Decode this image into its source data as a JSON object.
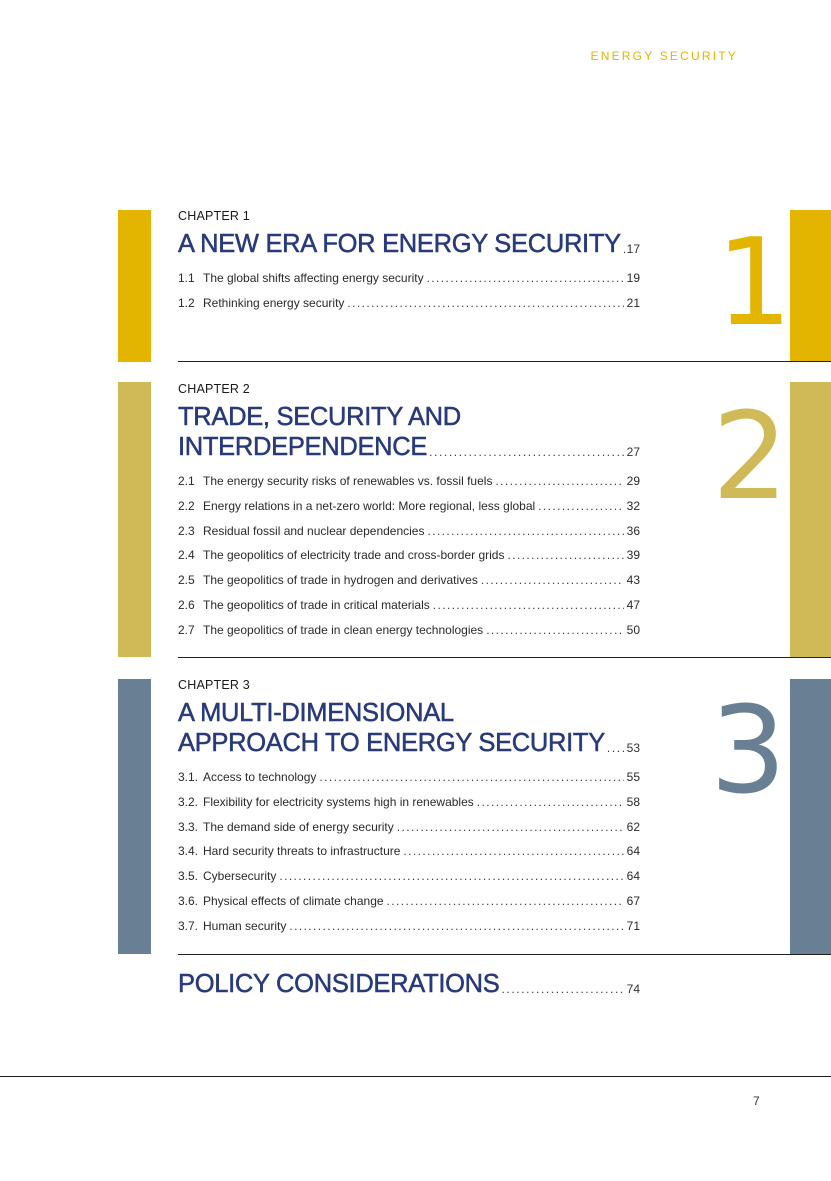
{
  "header": {
    "running_title": "ENERGY SECURITY"
  },
  "colors": {
    "ch1": "#e3b500",
    "ch2": "#cfba57",
    "ch3": "#687f94",
    "title": "#283a7a"
  },
  "chapters": [
    {
      "label": "CHAPTER 1",
      "title_lines": [
        "A NEW ERA FOR ENERGY SECURITY"
      ],
      "page": "17",
      "big_number": "1",
      "entries": [
        {
          "num": "1.1",
          "text": "The global shifts affecting energy security",
          "page": "19"
        },
        {
          "num": "1.2",
          "text": "Rethinking energy security",
          "page": "21"
        }
      ]
    },
    {
      "label": "CHAPTER 2",
      "title_lines": [
        "TRADE, SECURITY AND",
        "INTERDEPENDENCE"
      ],
      "page": "27",
      "big_number": "2",
      "entries": [
        {
          "num": "2.1",
          "text": "The energy security risks of renewables vs. fossil fuels",
          "page": "29"
        },
        {
          "num": "2.2",
          "text": "Energy relations in a net-zero world: More regional, less global",
          "page": "32"
        },
        {
          "num": "2.3",
          "text": "Residual fossil and nuclear dependencies",
          "page": "36"
        },
        {
          "num": "2.4",
          "text": "The geopolitics of electricity trade and cross-border grids",
          "page": "39"
        },
        {
          "num": "2.5",
          "text": "The geopolitics of trade in hydrogen and derivatives",
          "page": "43"
        },
        {
          "num": "2.6",
          "text": "The geopolitics of trade in critical materials",
          "page": "47"
        },
        {
          "num": "2.7",
          "text": "The geopolitics of trade in clean energy technologies",
          "page": "50"
        }
      ]
    },
    {
      "label": "CHAPTER 3",
      "title_lines": [
        "A MULTI-DIMENSIONAL",
        "APPROACH TO ENERGY SECURITY"
      ],
      "page": "53",
      "big_number": "3",
      "entries": [
        {
          "num": "3.1.",
          "text": "Access to technology",
          "page": "55"
        },
        {
          "num": "3.2.",
          "text": "Flexibility for electricity systems high in renewables",
          "page": "58"
        },
        {
          "num": "3.3.",
          "text": "The demand side of energy security",
          "page": "62"
        },
        {
          "num": "3.4.",
          "text": "Hard security threats to infrastructure",
          "page": "64"
        },
        {
          "num": "3.5.",
          "text": "Cybersecurity",
          "page": "64"
        },
        {
          "num": "3.6.",
          "text": "Physical effects of climate change",
          "page": "67"
        },
        {
          "num": "3.7.",
          "text": "Human security",
          "page": "71"
        }
      ]
    }
  ],
  "policy": {
    "title": "POLICY CONSIDERATIONS",
    "page": "74"
  },
  "footer": {
    "page_number": "7"
  }
}
